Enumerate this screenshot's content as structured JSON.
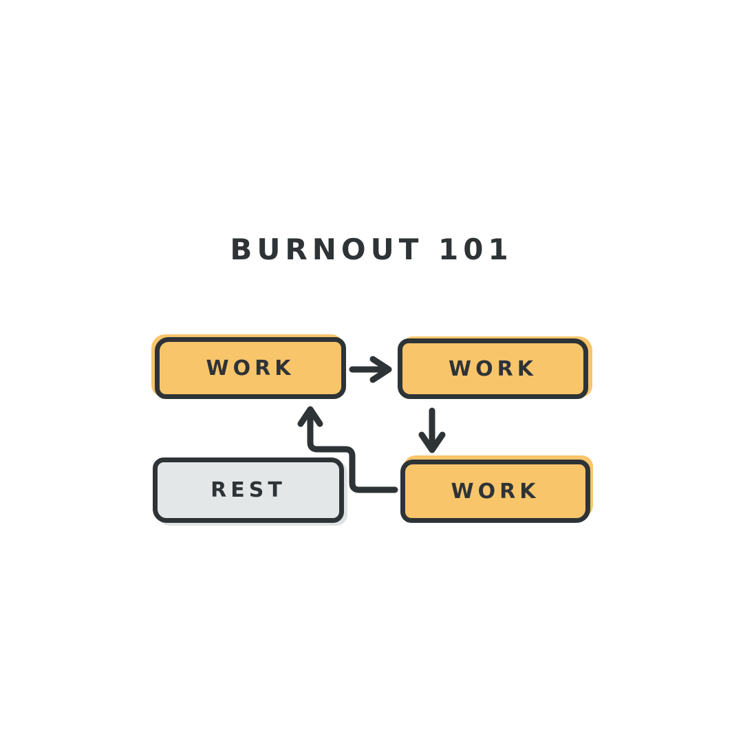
{
  "title": "BURNOUT 101",
  "colors": {
    "background": "#ffffff",
    "work_fill": "#f8c56b",
    "rest_fill": "#e3e7e7",
    "ink": "#2e3336"
  },
  "nodes": [
    {
      "id": "work-1",
      "label": "WORK",
      "type": "work",
      "position": "top-left"
    },
    {
      "id": "work-2",
      "label": "WORK",
      "type": "work",
      "position": "top-right"
    },
    {
      "id": "work-3",
      "label": "WORK",
      "type": "work",
      "position": "bottom-right"
    },
    {
      "id": "rest-1",
      "label": "REST",
      "type": "rest",
      "position": "bottom-left"
    }
  ],
  "edges": [
    {
      "from": "work-1",
      "to": "work-2",
      "shape": "straight-right-arrow"
    },
    {
      "from": "work-2",
      "to": "work-3",
      "shape": "straight-down-arrow"
    },
    {
      "from": "work-3",
      "to": "work-1",
      "shape": "stepped-elbow-up-arrow-bypassing-rest"
    }
  ]
}
